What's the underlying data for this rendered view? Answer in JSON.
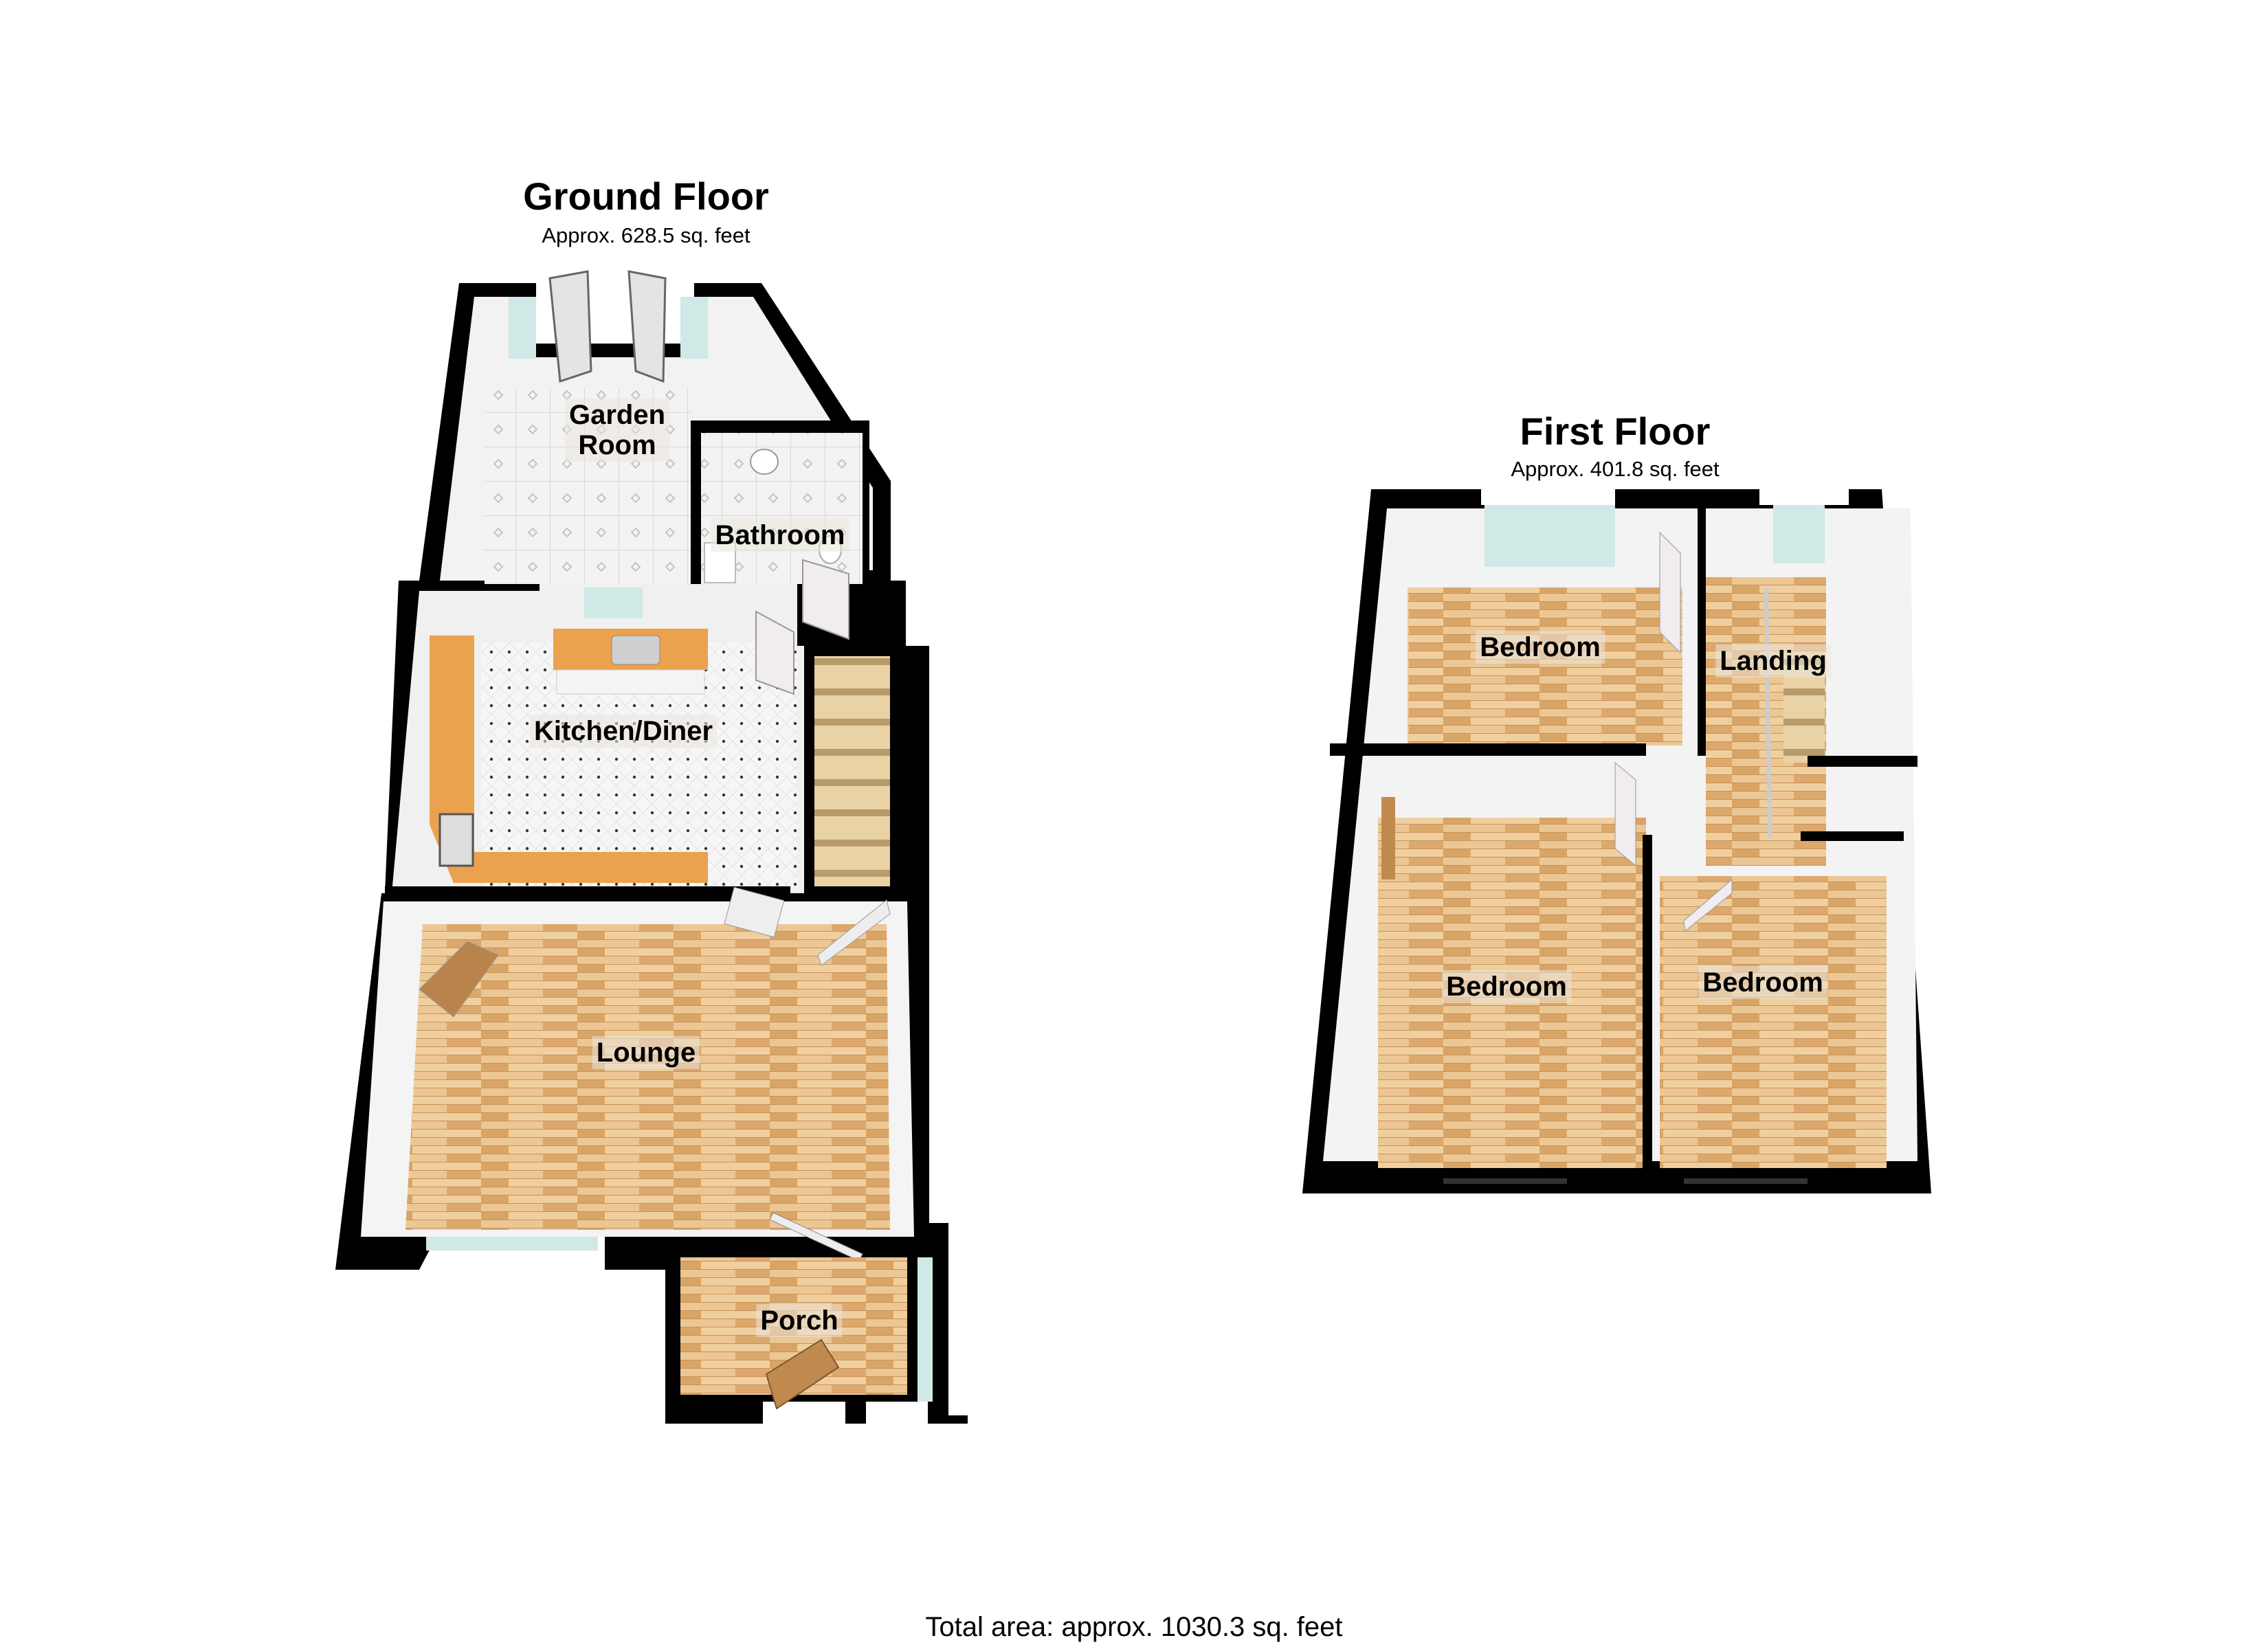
{
  "ground_floor": {
    "title": "Ground Floor",
    "area": "Approx. 628.5 sq. feet",
    "rooms": [
      {
        "name": "Garden Room",
        "line1": "Garden",
        "line2": "Room"
      },
      {
        "name": "Bathroom"
      },
      {
        "name": "Kitchen/Diner"
      },
      {
        "name": "Lounge"
      },
      {
        "name": "Porch"
      }
    ]
  },
  "first_floor": {
    "title": "First Floor",
    "area": "Approx. 401.8 sq. feet",
    "rooms": [
      {
        "name": "Bedroom"
      },
      {
        "name": "Landing"
      },
      {
        "name": "Bedroom"
      },
      {
        "name": "Bedroom"
      }
    ]
  },
  "total": "Total area: approx. 1030.3 sq. feet",
  "colors": {
    "wall": "#000000",
    "inner_wall": "#f4f4f4",
    "wood_floor": "#e2b37a",
    "tile_floor": "#f2f2f2",
    "worktop": "#eaa24e",
    "window_glass": "#cfe9e6"
  }
}
